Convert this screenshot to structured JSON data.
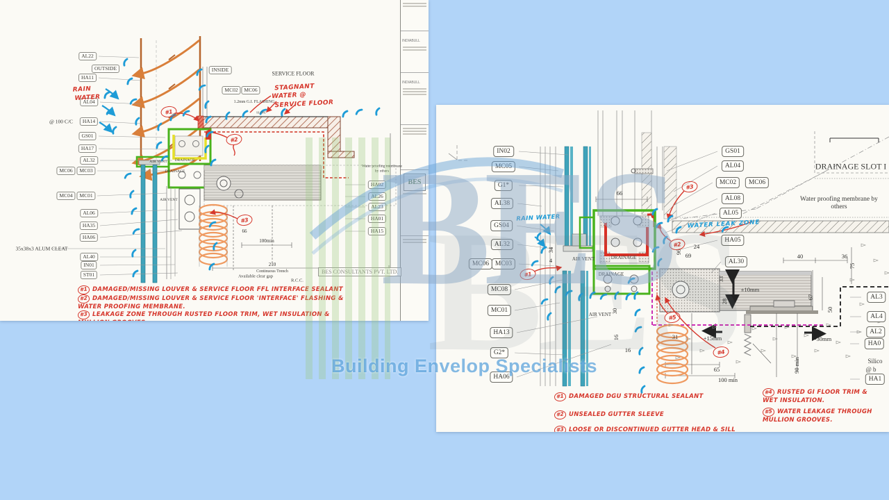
{
  "colors": {
    "background": "#b1d4f8",
    "marker_red": "#d6372c",
    "marker_blue": "#1e9cd7",
    "highlight_green": "#49b31c",
    "gutter_red": "#d93025",
    "glass_teal": "#3fa3ba",
    "louver_orange": "#d97f3a",
    "magenta": "#cc2fb4",
    "gutter_yellow": "#e6e02a"
  },
  "watermark": {
    "big_text": "BES",
    "subtitle": "Building Envelop Specialists"
  },
  "left_page": {
    "labels_left": [
      "AL22",
      "OUTSIDE",
      "HA11",
      "AL04",
      "@ 100 C/C",
      "HA14",
      "GS01",
      "HA17",
      "AL32",
      "MC06",
      "MC03",
      "MC04",
      "MC01",
      "AL06",
      "HA35",
      "HA06",
      "35x38x3 ALUM CLEAT",
      "AL40",
      "IN01",
      "ST01"
    ],
    "labels_right": [
      "HA02",
      "AL26",
      "AL23",
      "HA01",
      "HA15"
    ],
    "texts": {
      "inside": "INSIDE",
      "service_floor": "SERVICE FLOOR",
      "mc02": "MC02",
      "mc06": "MC06",
      "flashing": "1.2mm G.I. FLASHING",
      "slope": "SLOPE",
      "air_vent": "AIR VENT",
      "drainage": "DRAINAGE",
      "waterproofing": "Water proofing membrane by others",
      "rcc": "R.C.C.",
      "trench": "Continuous Trench",
      "clear_gap": "Available clear gap",
      "consultants_stamp": "BES CONSULTANTS PVT. LTD."
    },
    "dims": {
      "d100": "100min",
      "d66": "66",
      "d210": "210"
    },
    "handwriting": {
      "rain1": "RAIN",
      "rain2": "WATER",
      "stag1": "STAGNANT",
      "stag2": "WATER @",
      "stag3": "SERVICE FLOOR"
    },
    "markers": [
      "#1",
      "#2",
      "#3"
    ],
    "notes": [
      {
        "num": "#1",
        "text": "DAMAGED/MISSING LOUVER & SERVICE FLOOR FFL INTERFACE SEALANT"
      },
      {
        "num": "#2",
        "text": "DAMAGED/MISSING LOUVER & SERVICE FLOOR 'INTERFACE' FLASHING & WATER PROOFING MEMBRANE."
      },
      {
        "num": "#3",
        "text": "LEAKAGE ZONE THROUGH RUSTED FLOOR TRIM, WET INSULATION & MULLION GROOVES."
      }
    ],
    "title_block": {
      "project": "INDIABULL",
      "logo": "BES"
    }
  },
  "right_page": {
    "labels_left": [
      "IN02",
      "MC05",
      "G1*",
      "AL38",
      "GS04",
      "AL32",
      "MC06",
      "MC03",
      "MC08",
      "MC01",
      "HA13",
      "G2*",
      "HA06"
    ],
    "labels_right": [
      "GS01",
      "AL04",
      "MC02",
      "MC06",
      "AL08",
      "AL05",
      "HA05",
      "AL30"
    ],
    "labels_edge": [
      "AL3",
      "AL4",
      "AL2",
      "HA0",
      "HA1"
    ],
    "edge_text": {
      "l1": "Silico",
      "l2": "@ b"
    },
    "texts": {
      "drainage_slot": "DRAINAGE SLOT I",
      "waterproofing": "Water proofing membrane by others",
      "air_vent": "AIR VENT",
      "drainage": "DRAINAGE"
    },
    "handwriting": {
      "rain": "RAIN WATER",
      "leak_zone": "WATER LEAK ZONE"
    },
    "dims": {
      "d66": "66",
      "d24": "24",
      "d69": "69",
      "d96": "96",
      "d34": "34",
      "d4": "4",
      "d33": "33",
      "d28": "28",
      "dpm10": "±10mm",
      "d30": "30",
      "d16a": "16",
      "d16b": "16",
      "d31": "31",
      "dp15": "+15mm",
      "dm30": "-30mm",
      "d65": "65",
      "d100": "100 min",
      "d90": "90 min",
      "d67": "67",
      "d50": "50",
      "d40": "40",
      "d36": "36",
      "d75": "75"
    },
    "markers": [
      "#1",
      "#2",
      "#3",
      "#4",
      "#5"
    ],
    "notes_left": [
      {
        "num": "#1",
        "text": "DAMAGED DGU STRUCTURAL SEALANT"
      },
      {
        "num": "#2",
        "text": "UNSEALED GUTTER SLEEVE"
      },
      {
        "num": "#3",
        "text": "LOOSE OR DISCONTINUED GUTTER HEAD & SILL GASKETS"
      }
    ],
    "notes_right": [
      {
        "num": "#4",
        "text": "RUSTED GI FLOOR TRIM & WET INSULATION."
      },
      {
        "num": "#5",
        "text": "WATER LEAKAGE THROUGH MULLION GROOVES."
      }
    ]
  }
}
